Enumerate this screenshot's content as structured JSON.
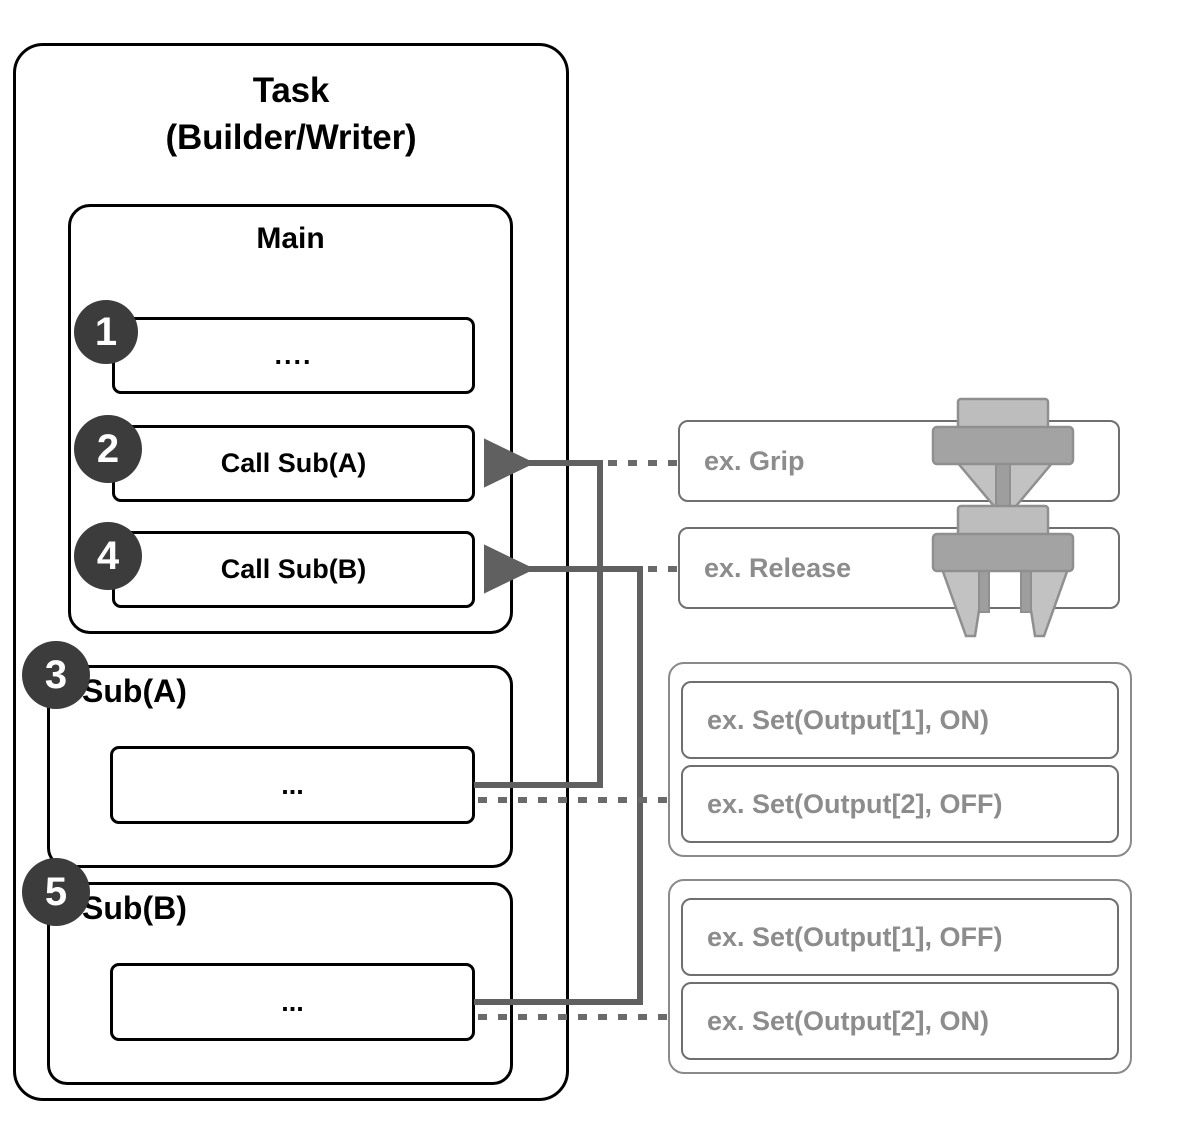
{
  "diagram": {
    "task": {
      "title_line1": "Task",
      "title_line2": "(Builder/Writer)",
      "main": {
        "title": "Main",
        "statements": [
          {
            "step": "1",
            "text": "...."
          },
          {
            "step": "2",
            "text": "Call Sub(A)"
          },
          {
            "step": "4",
            "text": "Call Sub(B)"
          }
        ]
      },
      "subroutines": [
        {
          "step": "3",
          "title": "Sub(A)",
          "body": "..."
        },
        {
          "step": "5",
          "title": "Sub(B)",
          "body": "..."
        }
      ]
    },
    "examples": {
      "actions": [
        {
          "label": "ex. Grip",
          "icon": "gripper-closed-icon"
        },
        {
          "label": "ex. Release",
          "icon": "gripper-open-icon"
        }
      ],
      "groups": [
        {
          "name": "sub-a-outputs",
          "items": [
            "ex. Set(Output[1], ON)",
            "ex. Set(Output[2], OFF)"
          ]
        },
        {
          "name": "sub-b-outputs",
          "items": [
            "ex. Set(Output[1], OFF)",
            "ex. Set(Output[2], ON)"
          ]
        }
      ]
    },
    "colors": {
      "badge_fill": "#3c3c3c",
      "badge_text": "#ffffff",
      "outline_black": "#000000",
      "outline_gray": "#6f6f6f",
      "example_text": "#8c8c8c",
      "connector_gray": "#606060",
      "gripper_light": "#bdbdbd",
      "gripper_mid": "#9e9e9e",
      "gripper_jaw": "#b0b0b0"
    }
  }
}
